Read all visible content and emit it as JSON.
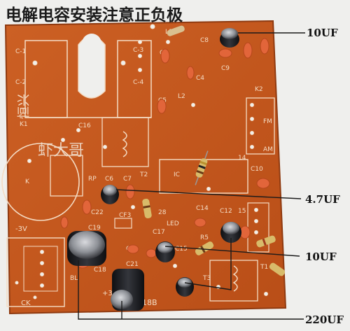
{
  "title": "电解电容安装注意正负极",
  "callouts": {
    "c1": "10UF",
    "c2": "4.7UF",
    "c3": "10UF",
    "c4": "220UF"
  },
  "board": {
    "watermark": "虾大哥",
    "brand": "恒兴",
    "version": "218B",
    "labels": {
      "c_1": "C-1",
      "c_2": "C-2",
      "c_3": "C-3",
      "c_4": "C-4",
      "k1": "K1",
      "k2": "K2",
      "fm": "FM",
      "am": "AM",
      "ic": "IC",
      "rp": "RP",
      "k": "K",
      "minus3v": "-3V",
      "plus3v": "+3V",
      "ck": "CK",
      "bl": "BL",
      "t1": "T1",
      "t2": "T2",
      "t3": "T3",
      "c3": "C3",
      "c4": "C4",
      "c5": "C5",
      "c6": "C6",
      "c7": "C7",
      "c8": "C8",
      "c9": "C9",
      "c10": "C10",
      "c12": "C12",
      "c14": "C14",
      "c15": "C15",
      "c16": "C16",
      "c17": "C17",
      "c18": "C18",
      "c19": "C19",
      "c20": "C20",
      "c21": "C21",
      "c22": "C22",
      "cf3": "CF3",
      "l1": "L1",
      "l2": "L2",
      "r5": "R5",
      "led": "LED",
      "n14": "14",
      "n15": "15",
      "n28": "28"
    }
  },
  "colors": {
    "board": "#c4561c",
    "board_dark": "#a9430f",
    "silk": "#f4dcc4",
    "electrolytic": "#1f2024",
    "ceramic": "#e2653a",
    "leader": "#1a1a1a"
  }
}
